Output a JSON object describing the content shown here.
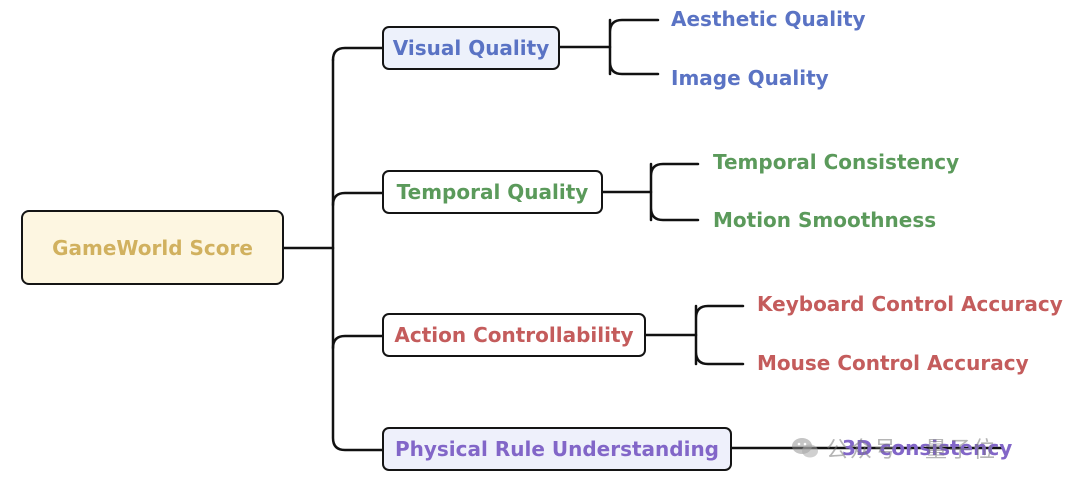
{
  "root": {
    "label": "GameWorld Score",
    "text_color": "#d1b15f",
    "fill": "#fdf6e1"
  },
  "branches": [
    {
      "label": "Visual Quality",
      "color": "#5a73c4",
      "fill": "#edf1fb",
      "children": [
        "Aesthetic Quality",
        "Image Quality"
      ]
    },
    {
      "label": "Temporal Quality",
      "color": "#5b9a5b",
      "fill": "#ffffff",
      "children": [
        "Temporal Consistency",
        "Motion Smoothness"
      ]
    },
    {
      "label": "Action Controllability",
      "color": "#c45c5c",
      "fill": "#ffffff",
      "children": [
        "Keyboard Control Accuracy",
        "Mouse Control Accuracy"
      ]
    },
    {
      "label": "Physical Rule Understanding",
      "color": "#8266c8",
      "fill": "#eef0fb",
      "children": [
        "3D consistency"
      ]
    }
  ],
  "watermark": "公众号 · 量子位"
}
